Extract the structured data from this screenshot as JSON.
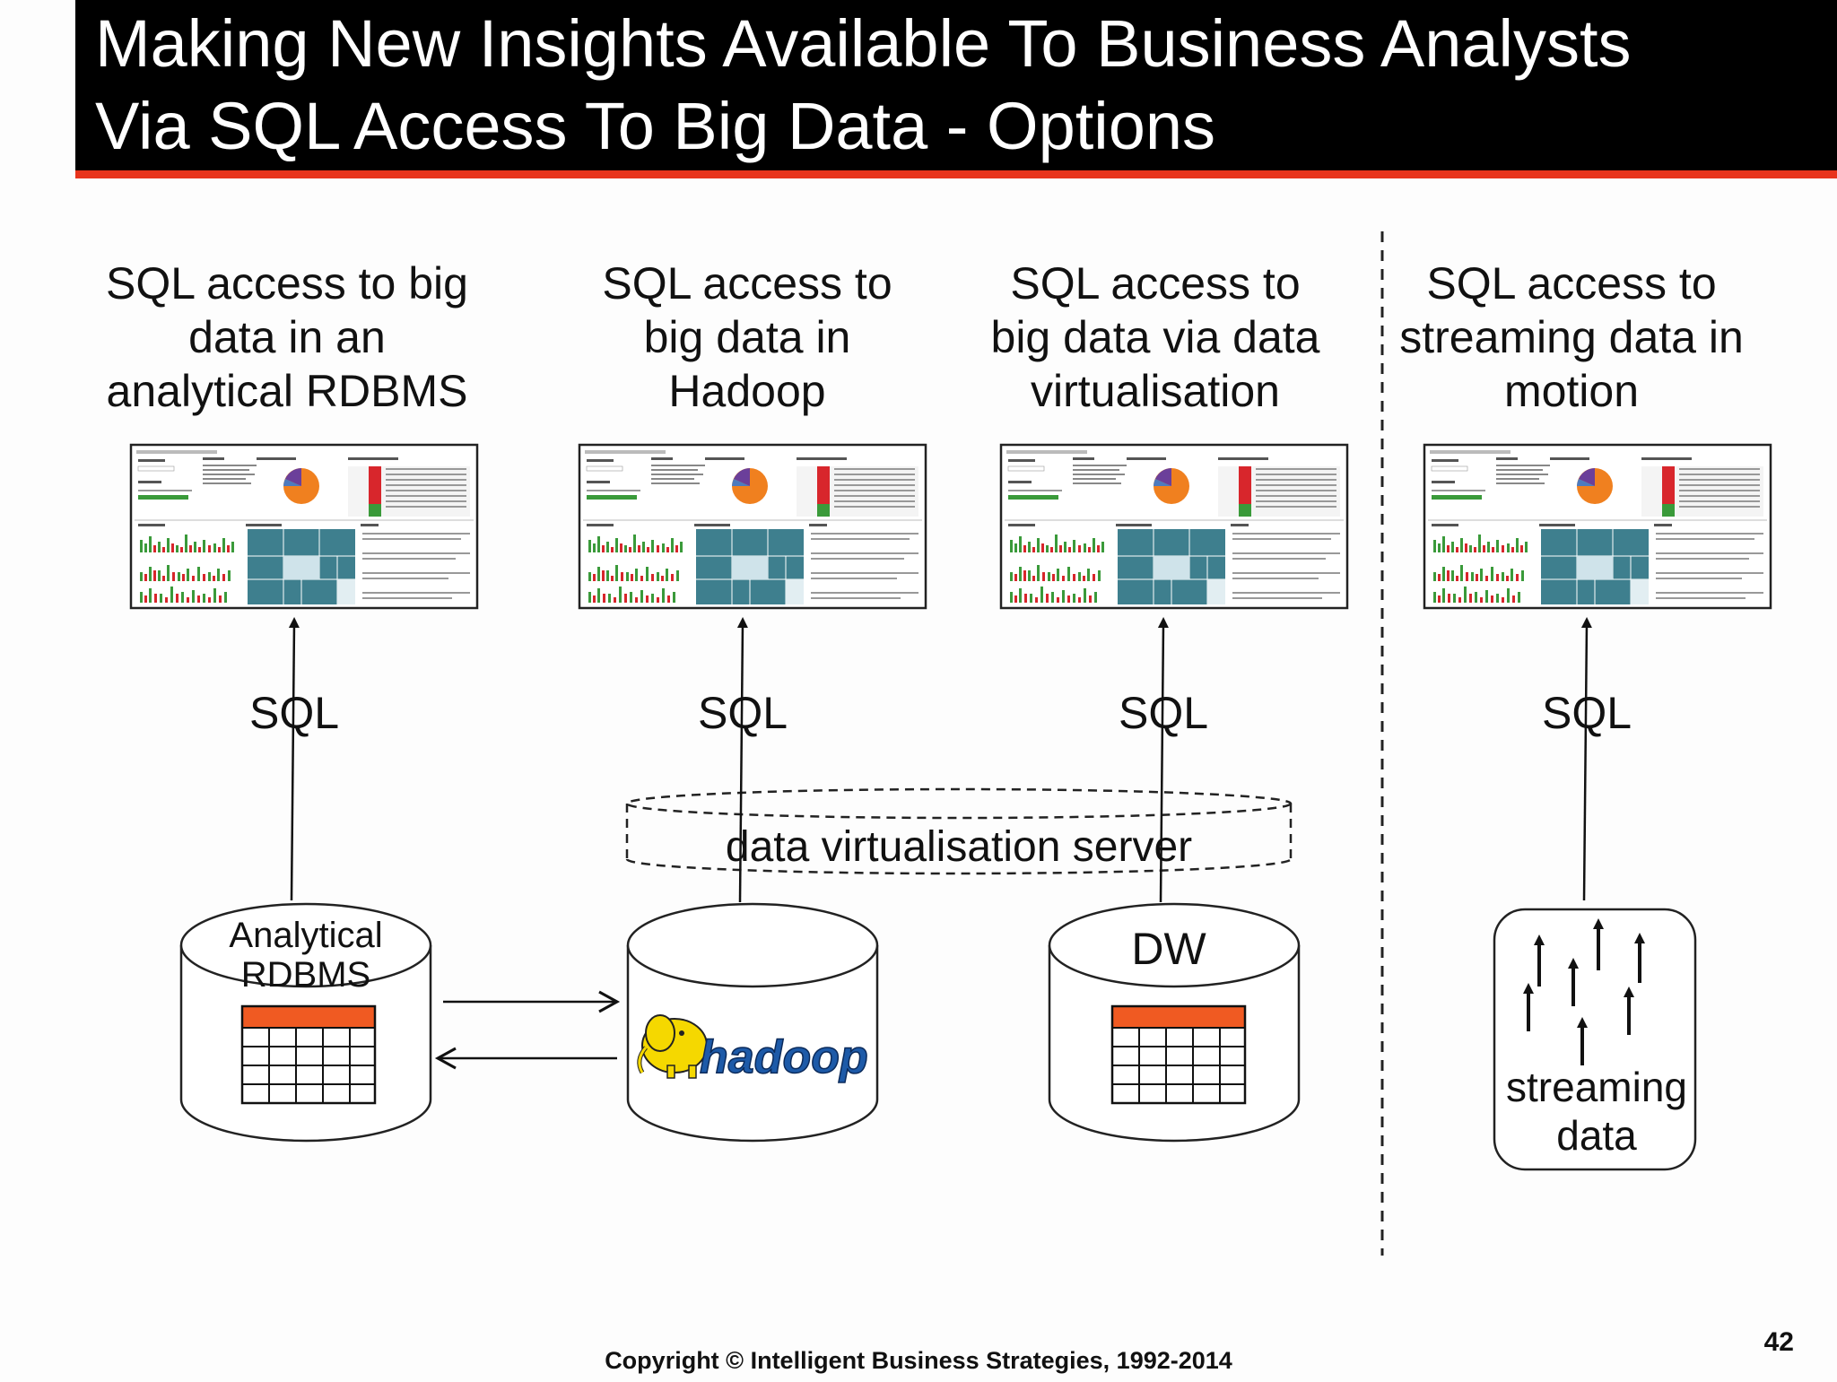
{
  "header": {
    "title_line1": "Making New Insights Available To Business Analysts",
    "title_line2": "Via SQL Access To Big Data - Options"
  },
  "columns": [
    {
      "lines": [
        "SQL access to big",
        "data in an",
        "analytical RDBMS"
      ]
    },
    {
      "lines": [
        "SQL access to",
        "big data in",
        "Hadoop"
      ]
    },
    {
      "lines": [
        "SQL access to",
        "big data via data",
        "virtualisation"
      ]
    },
    {
      "lines": [
        "SQL access to",
        "streaming data in",
        "motion"
      ]
    }
  ],
  "sql_label": "SQL",
  "dv_server_label": "data virtualisation server",
  "databases": {
    "analytical_label_line1": "Analytical",
    "analytical_label_line2": "RDBMS",
    "dw_label": "DW",
    "hadoop_logo_text": "hadoop",
    "streaming_line1": "streaming",
    "streaming_line2": "data"
  },
  "footer": {
    "copyright": "Copyright © Intelligent Business Strategies, 1992-2014",
    "page_number": "42"
  },
  "colors": {
    "header_bg": "#000000",
    "accent_red": "#e8341c",
    "table_header": "#f05a22",
    "chart_green": "#3a9a3a",
    "chart_red": "#d8262c",
    "treemap_teal": "#3e7f8e",
    "pie_orange": "#f0801f",
    "pie_purple": "#6b3f9a",
    "hadoop_yellow": "#f5d800",
    "hadoop_blue": "#1d5aa8"
  }
}
